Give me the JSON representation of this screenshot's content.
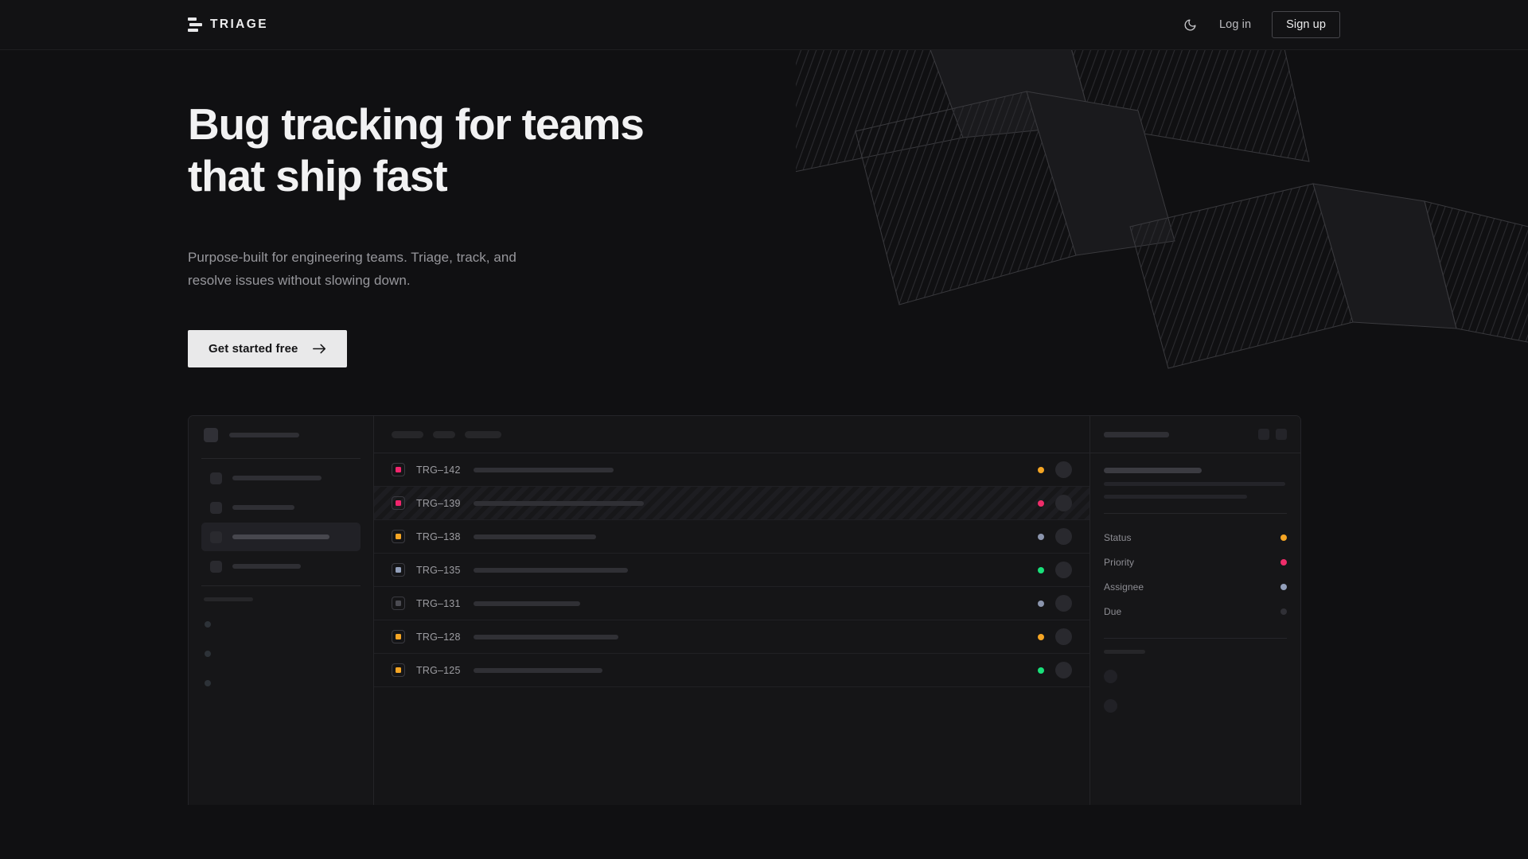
{
  "nav": {
    "brand": "TRIAGE",
    "brand_icon": "stacked-bars-logo-icon",
    "theme_toggle_icon": "moon-icon",
    "login_label": "Log in",
    "signup_label": "Sign up"
  },
  "hero": {
    "headline_line1": "Bug tracking for teams",
    "headline_line2": "that ship fast",
    "subtitle": "Purpose-built for engineering teams. Triage, track, and resolve issues without slowing down.",
    "cta_label": "Get started free",
    "cta_icon": "arrow-right-icon",
    "decoration": "striped-folded-ribbon"
  },
  "mockup": {
    "sidebar": {
      "nav_item_count": 4,
      "active_index": 2,
      "dot_item_count": 3
    },
    "toolbar": {
      "pill_widths": [
        40,
        28,
        46
      ]
    },
    "issues": [
      {
        "id": "TRG–142",
        "kind_color": "#f2256d",
        "status_color": "#f5a524",
        "selected": false,
        "title_width": 176
      },
      {
        "id": "TRG–139",
        "kind_color": "#f2256d",
        "status_color": "#ef2d6a",
        "selected": true,
        "title_width": 214
      },
      {
        "id": "TRG–138",
        "kind_color": "#f5a524",
        "status_color": "#8b95ad",
        "selected": false,
        "title_width": 154
      },
      {
        "id": "TRG–135",
        "kind_color": "#93a0bb",
        "status_color": "#19e07a",
        "selected": false,
        "title_width": 194
      },
      {
        "id": "TRG–131",
        "kind_color": "#4b4b52",
        "status_color": "#8b95ad",
        "selected": false,
        "title_width": 134
      },
      {
        "id": "TRG–128",
        "kind_color": "#f5a524",
        "status_color": "#f5a524",
        "selected": false,
        "title_width": 182
      },
      {
        "id": "TRG–125",
        "kind_color": "#f5a524",
        "status_color": "#19e07a",
        "selected": false,
        "title_width": 162
      }
    ],
    "detail": {
      "header_bar_width": 82,
      "action_icon_count": 2,
      "title_width": 123,
      "body_line_widths": [
        228,
        180
      ],
      "meta": [
        {
          "label": "Status",
          "color": "#f5a524"
        },
        {
          "label": "Priority",
          "color": "#ef2d6a"
        },
        {
          "label": "Assignee",
          "color": "#93a0bb"
        },
        {
          "label": "Due",
          "color": "#303036"
        }
      ],
      "activity_avatar_count": 2
    }
  },
  "colors": {
    "page_bg": "#101012",
    "panel_bg": "#151517",
    "border": "#242428",
    "accent_orange": "#f5a524",
    "accent_pink": "#ef2d6a",
    "accent_green": "#19e07a",
    "accent_slate": "#93a0bb",
    "cta_bg": "#e9e9ea"
  }
}
